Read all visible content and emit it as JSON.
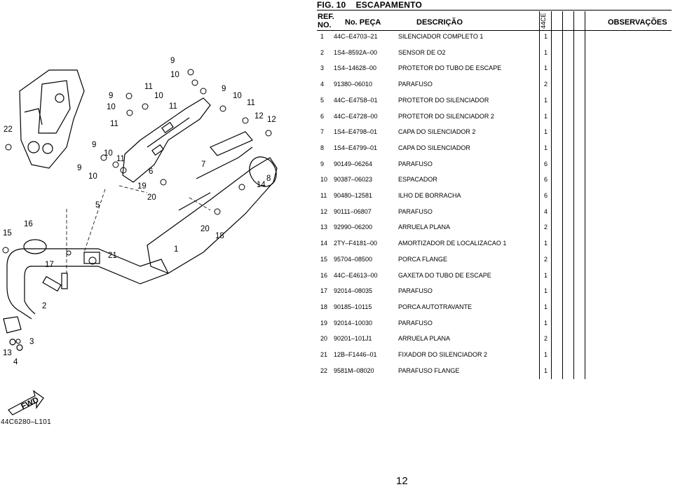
{
  "figure": {
    "number": "FIG.  10",
    "name": "ESCAPAMENTO"
  },
  "headers": {
    "ref_no_line1": "REF.",
    "ref_no_line2": "NO.",
    "part_no": "No. PEÇA",
    "description": "DESCRIÇÃO",
    "model": "44CE",
    "remarks": "OBSERVAÇÕES"
  },
  "parts": [
    {
      "ref": "1",
      "part": "44C–E4703–21",
      "desc": "SILENCIADOR COMPLETO 1",
      "qty": "1"
    },
    {
      "ref": "2",
      "part": "1S4–8592A–00",
      "desc": "SENSOR DE O2",
      "qty": "1"
    },
    {
      "ref": "3",
      "part": "1S4–14628–00",
      "desc": "PROTETOR DO TUBO DE ESCAPE",
      "qty": "1"
    },
    {
      "ref": "4",
      "part": "91380–06010",
      "desc": "PARAFUSO",
      "qty": "2"
    },
    {
      "ref": "5",
      "part": "44C–E4758–01",
      "desc": "PROTETOR DO SILENCIADOR",
      "qty": "1"
    },
    {
      "ref": "6",
      "part": "44C–E4728–00",
      "desc": "PROTETOR DO SILENCIADOR 2",
      "qty": "1"
    },
    {
      "ref": "7",
      "part": "1S4–E4798–01",
      "desc": "CAPA DO SILENCIADOR 2",
      "qty": "1"
    },
    {
      "ref": "8",
      "part": "1S4–E4799–01",
      "desc": "CAPA DO SILENCIADOR",
      "qty": "1"
    },
    {
      "ref": "9",
      "part": "90149–06264",
      "desc": "PARAFUSO",
      "qty": "6"
    },
    {
      "ref": "10",
      "part": "90387–06023",
      "desc": "ESPACADOR",
      "qty": "6"
    },
    {
      "ref": "11",
      "part": "90480–12581",
      "desc": "ILHO DE BORRACHA",
      "qty": "6"
    },
    {
      "ref": "12",
      "part": "90111–06807",
      "desc": "PARAFUSO",
      "qty": "4"
    },
    {
      "ref": "13",
      "part": "92990–06200",
      "desc": "ARRUELA PLANA",
      "qty": "2"
    },
    {
      "ref": "14",
      "part": "2TY–F4181–00",
      "desc": "AMORTIZADOR DE LOCALIZACAO 1",
      "qty": "1"
    },
    {
      "ref": "15",
      "part": "95704–08500",
      "desc": "PORCA FLANGE",
      "qty": "2"
    },
    {
      "ref": "16",
      "part": "44C–E4613–00",
      "desc": "GAXETA DO TUBO DE ESCAPE",
      "qty": "1"
    },
    {
      "ref": "17",
      "part": "92014–08035",
      "desc": "PARAFUSO",
      "qty": "1"
    },
    {
      "ref": "18",
      "part": "90185–10115",
      "desc": "PORCA AUTOTRAVANTE",
      "qty": "1"
    },
    {
      "ref": "19",
      "part": "92014–10030",
      "desc": "PARAFUSO",
      "qty": "1"
    },
    {
      "ref": "20",
      "part": "90201–101J1",
      "desc": "ARRUELA PLANA",
      "qty": "2"
    },
    {
      "ref": "21",
      "part": "12B–F1446–01",
      "desc": "FIXADOR DO SILENCIADOR 2",
      "qty": "1"
    },
    {
      "ref": "22",
      "part": "9581M–08020",
      "desc": "PARAFUSO FLANGE",
      "qty": "1"
    }
  ],
  "diagram": {
    "callouts": [
      "9",
      "10",
      "11",
      "9",
      "10",
      "11",
      "9",
      "10",
      "11",
      "9",
      "10",
      "11",
      "9",
      "10",
      "11",
      "12",
      "12",
      "22",
      "6",
      "7",
      "8",
      "14",
      "19",
      "20",
      "5",
      "1",
      "20",
      "18",
      "15",
      "16",
      "17",
      "21",
      "2",
      "3",
      "13",
      "4"
    ],
    "fwd_label": "FWD",
    "drawing_code": "44C6280–L101"
  },
  "page_number": "12"
}
